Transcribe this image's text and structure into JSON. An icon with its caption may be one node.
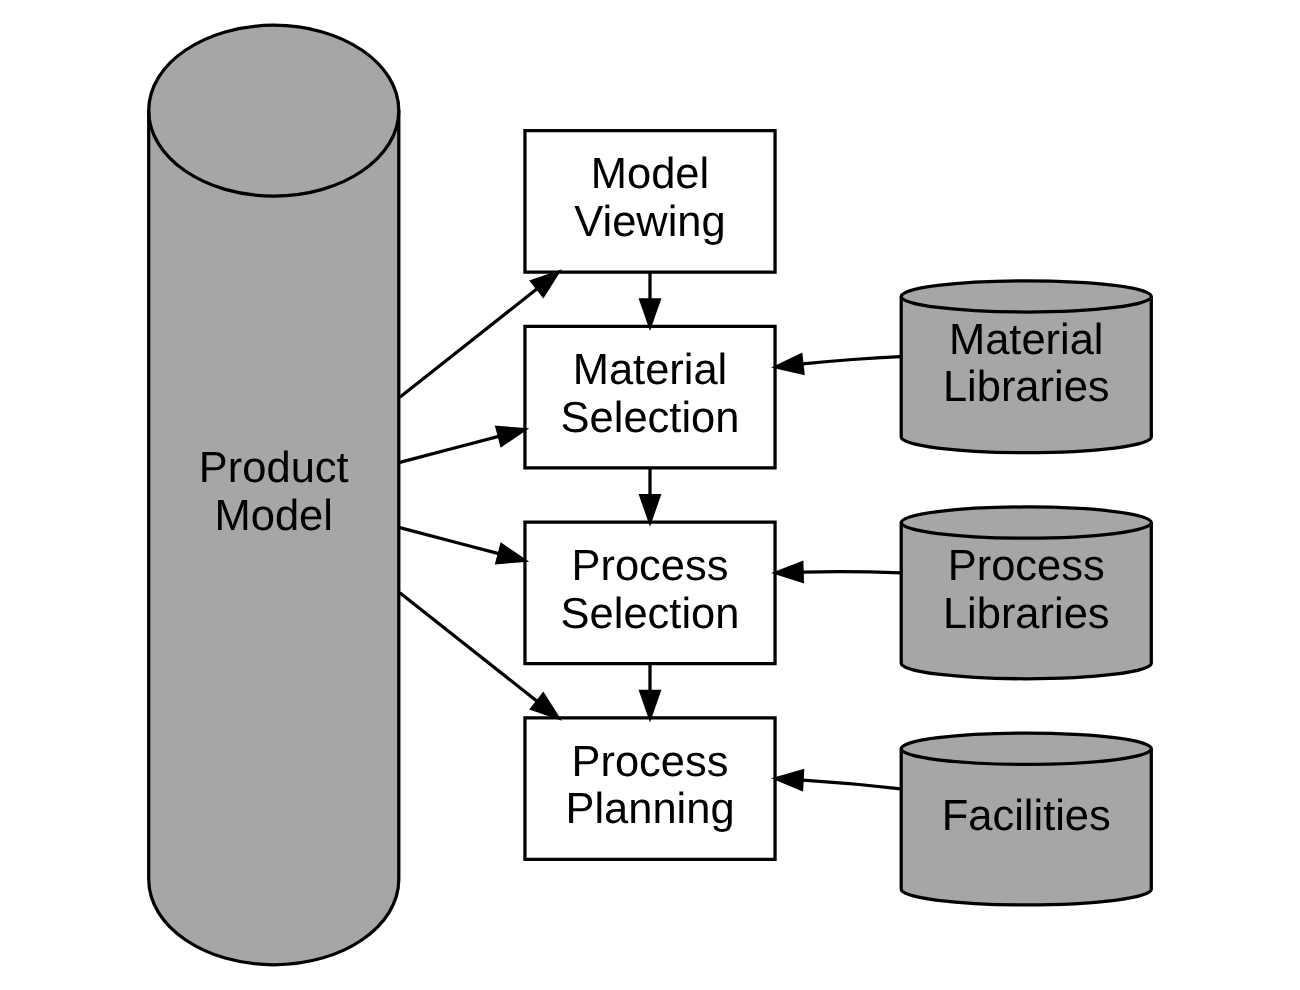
{
  "diagram": {
    "nodes": [
      {
        "text": [
          "Product Model"
        ]
      },
      {
        "text": [
          "Model Viewing"
        ]
      },
      {
        "text": [
          "Material Selection"
        ]
      },
      {
        "text": [
          "Material Libraries"
        ]
      },
      {
        "text": [
          "Process Selection"
        ]
      },
      {
        "text": [
          "Process Libraries"
        ]
      },
      {
        "text": [
          "Process Planning"
        ]
      },
      {
        "text": [
          "Facilities"
        ]
      }
    ],
    "edges": [
      {
        "from": 0,
        "to": 1,
        "arrow": "to"
      },
      {
        "from": 0,
        "to": 2,
        "arrow": "to"
      },
      {
        "from": 0,
        "to": 4,
        "arrow": "to"
      },
      {
        "from": 0,
        "to": 6,
        "arrow": "to"
      },
      {
        "from": 1,
        "to": 2,
        "arrow": "to"
      },
      {
        "from": 3,
        "to": 2,
        "arrow": "to"
      },
      {
        "from": 2,
        "to": 4,
        "arrow": "to"
      },
      {
        "from": 5,
        "to": 4,
        "arrow": "to"
      },
      {
        "from": 4,
        "to": 6,
        "arrow": "to"
      },
      {
        "from": 7,
        "to": 6,
        "arrow": "to"
      }
    ]
  }
}
